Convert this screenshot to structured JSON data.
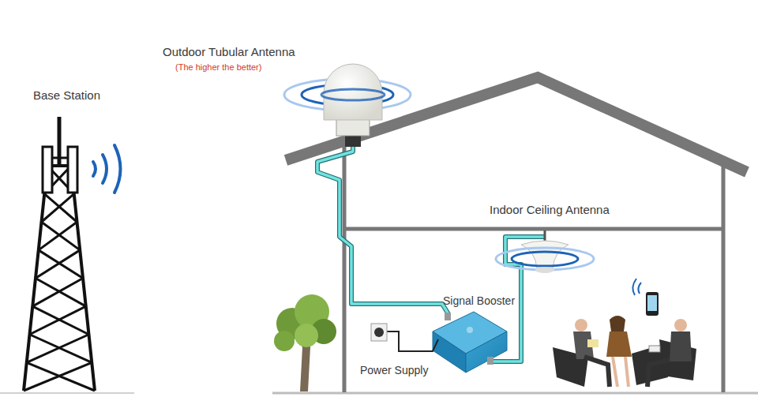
{
  "diagram": {
    "labels": [
      "Base Station",
      "Outdoor Tubular Antenna",
      "(The higher the better)",
      "Indoor Ceiling Antenna",
      "Signal Booster",
      "Power Supply"
    ]
  }
}
